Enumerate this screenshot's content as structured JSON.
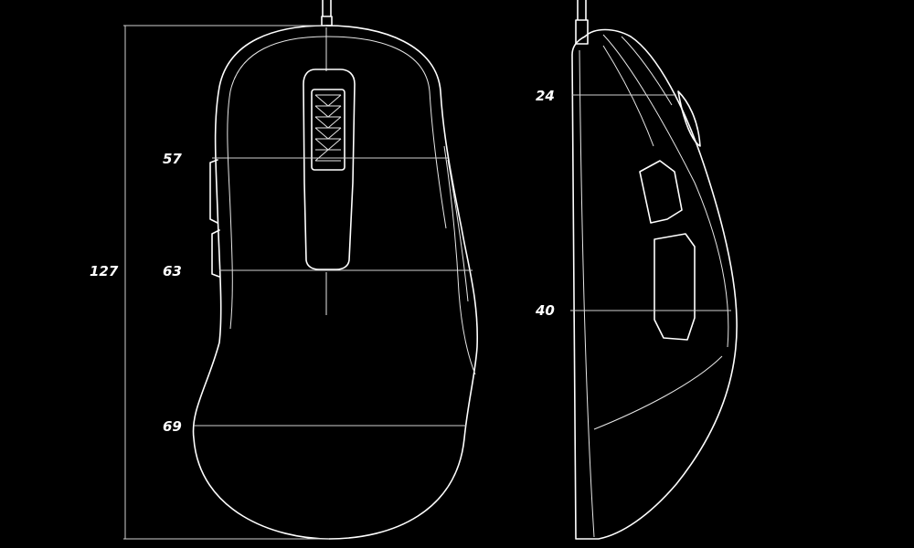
{
  "background_color": "#000000",
  "line_color": "#ffffff",
  "top_view": {
    "overall_length_label": "127",
    "width_labels": {
      "front": "57",
      "middle": "63",
      "rear": "69"
    }
  },
  "side_view": {
    "height_labels": {
      "front": "24",
      "rear": "40"
    }
  }
}
